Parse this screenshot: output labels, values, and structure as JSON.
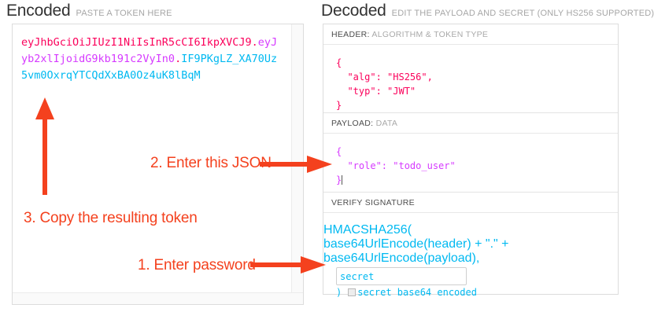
{
  "columns": {
    "encoded": {
      "title": "Encoded",
      "subtitle": "PASTE A TOKEN HERE",
      "token": {
        "header_part": "eyJhbGciOiJIUzI1NiIsInR5cCI6IkpXVCJ9",
        "dot1": ".",
        "payload_part": "eyJyb2xlIjoidG9kb191c2VyIn0",
        "dot2": ".",
        "signature_part": "IF9PKgLZ_XA70Uz5vm0OxrqYTCQdXxBA0Oz4uK8lBqM",
        "full": "eyJhbGciOiJIUzI1NiIsInR5cCI6IkpXVCJ9.eyJyb2xlIjoidG9kb191c2VyIn0.IF9PKgLZ_XA70Uz5vm0OxrqYTCQdXxBA0Oz4uK8lBqM"
      },
      "colors": {
        "header": "#fb015b",
        "payload": "#d63aff",
        "signature": "#00b9f1"
      }
    },
    "decoded": {
      "title": "Decoded",
      "subtitle": "EDIT THE PAYLOAD AND SECRET (ONLY HS256 SUPPORTED)",
      "sections": {
        "header": {
          "label_strong": "HEADER:",
          "label_weak": "ALGORITHM & TOKEN TYPE",
          "json": "{\n  \"alg\": \"HS256\",\n  \"typ\": \"JWT\"\n}",
          "color": "#fb015b"
        },
        "payload": {
          "label_strong": "PAYLOAD:",
          "label_weak": "DATA",
          "json": "{\n  \"role\": \"todo_user\"\n}",
          "color": "#d63aff"
        },
        "signature": {
          "label_strong": "VERIFY SIGNATURE",
          "label_weak": "",
          "line1": "HMACSHA256(",
          "line2": "  base64UrlEncode(header) + \".\" +",
          "line3": "  base64UrlEncode(payload),",
          "secret_value": "secret",
          "secret_placeholder": "secret",
          "closing_paren": ")",
          "base64_label": "secret base64 encoded",
          "base64_checked": false,
          "color": "#00b9f1"
        }
      }
    }
  },
  "annotations": {
    "color": "#f4411e",
    "step1": "1. Enter password",
    "step2": "2. Enter this JSON",
    "step3": "3. Copy the resulting token"
  }
}
